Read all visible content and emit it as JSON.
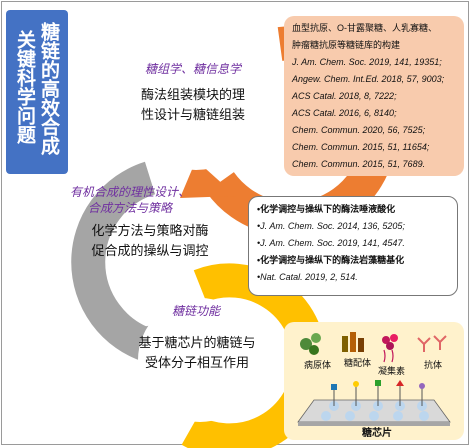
{
  "side_title": {
    "line1": "糖链的高效合成",
    "line2": "关键科学问题"
  },
  "stages": [
    {
      "heading": "糖组学、糖信息学",
      "body_line1": "酶法组装模块的理",
      "body_line2": "性设计与糖链组装",
      "color": "#ed7d31"
    },
    {
      "heading_line1": "有机合成的理性设计、",
      "heading_line2": "合成方法与策略",
      "body_line1": "化学方法与策略对酶",
      "body_line2": "促合成的操纵与调控",
      "color": "#a5a5a5"
    },
    {
      "heading": "糖链功能",
      "body_line1": "基于糖芯片的糖链与",
      "body_line2": "受体分子相互作用",
      "color": "#ffc000"
    }
  ],
  "refs_top": [
    "血型抗原、O-甘露聚糖、人乳寡糖、",
    "肿瘤糖抗原等糖链库的构建",
    "J. Am. Chem. Soc. 2019, 141, 19351;",
    "Angew. Chem. Int.Ed. 2018, 57, 9003;",
    "ACS Catal. 2018, 8, 7222;",
    "ACS Catal. 2016, 6, 8140;",
    "Chem. Commun. 2020, 56, 7525;",
    "Chem. Commun. 2015, 51, 11654;",
    "Chem. Commun. 2015, 51, 7689."
  ],
  "refs_mid": [
    "•化学调控与操纵下的酶法唾液酸化",
    "•J. Am. Chem. Soc. 2014, 136, 5205;",
    "•J. Am. Chem. Soc. 2019, 141, 4547.",
    "•化学调控与操纵下的酶法岩藻糖基化",
    "•Nat. Catal. 2019, 2, 514."
  ],
  "chip": {
    "pathogen": "病原体",
    "glycoconjugate": "糖配体",
    "lectin": "凝集素",
    "antibody": "抗体",
    "chip": "糖芯片"
  },
  "colors": {
    "blue": "#4472c4",
    "orange": "#ed7d31",
    "gray": "#a5a5a5",
    "yellow": "#ffc000",
    "peach": "#f8cbad",
    "cream": "#fff2cc"
  }
}
